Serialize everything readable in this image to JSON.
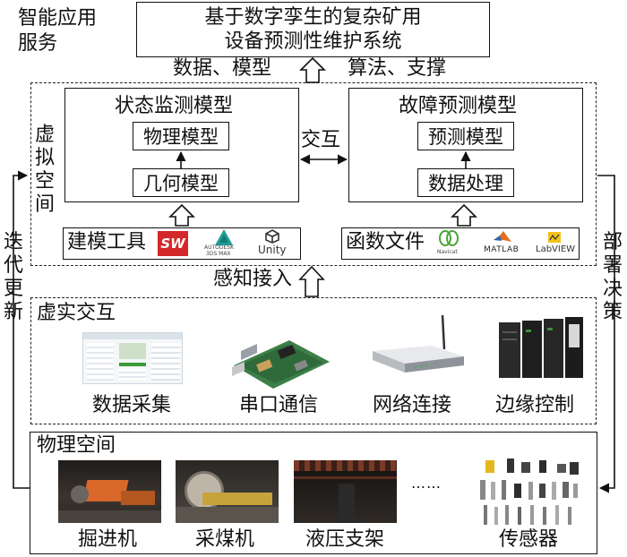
{
  "top": {
    "service_label_line1": "智能应用",
    "service_label_line2": "服务",
    "title_line1": "基于数字孪生的复杂矿用",
    "title_line2": "设备预测性维护系统",
    "data_model_label": "数据、模型",
    "algo_support_label": "算法、支撑"
  },
  "virtual_space": {
    "label": [
      "虚",
      "拟",
      "空",
      "间"
    ],
    "status_model": {
      "title": "状态监测模型",
      "physical_model": "物理模型",
      "geometric_model": "几何模型"
    },
    "interaction_label": "交互",
    "fault_model": {
      "title": "故障预测模型",
      "prediction_model": "预测模型",
      "data_processing": "数据处理"
    },
    "modeling_tools": {
      "label": "建模工具",
      "sw_logo": "SW",
      "max_logo_line1": "AUTODESK",
      "max_logo_line2": "3DS MAX",
      "unity_logo": "Unity"
    },
    "function_files": {
      "label": "函数文件",
      "navicat_logo": "Navicat",
      "matlab_logo": "MATLAB",
      "labview_logo": "LabVIEW"
    }
  },
  "sense_access_label": "感知接入",
  "iterate_update_label": [
    "迭",
    "代",
    "更",
    "新"
  ],
  "deploy_decision_label": [
    "部",
    "署",
    "决",
    "策"
  ],
  "virtual_real": {
    "label": "虚实交互",
    "items": [
      "数据采集",
      "串口通信",
      "网络连接",
      "边缘控制"
    ]
  },
  "physical_space": {
    "label": "物理空间",
    "items": [
      "掘进机",
      "采煤机",
      "液压支架",
      "传感器"
    ],
    "ellipsis": "……"
  },
  "colors": {
    "line": "#111111",
    "sw_red": "#d3282b",
    "max_teal": "#1f9e98",
    "matlab_orange": "#e0701f",
    "labview_yellow": "#f2c21b",
    "navicat_green": "#4aa33b"
  }
}
